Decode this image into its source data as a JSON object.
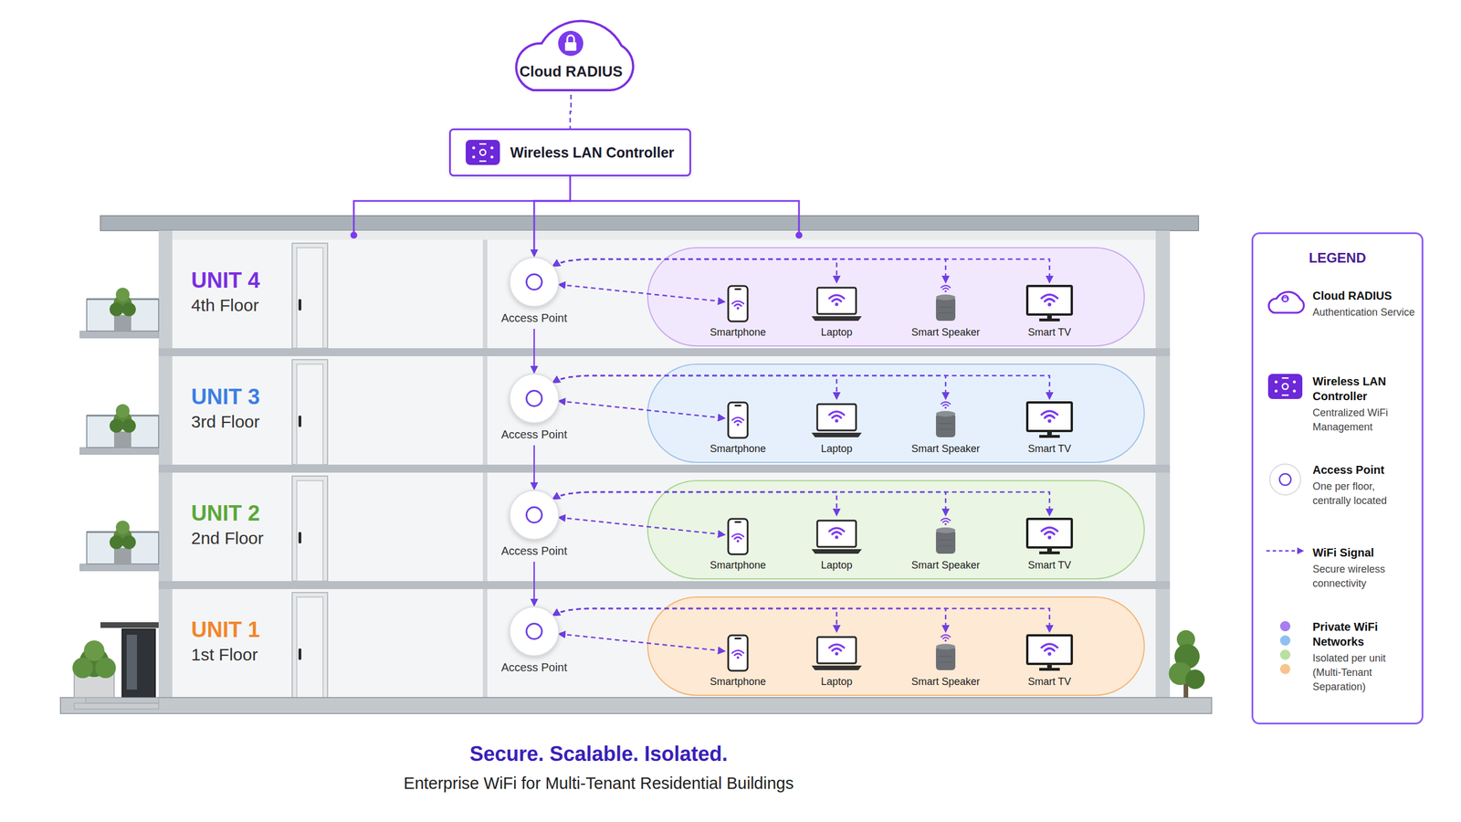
{
  "diagram": {
    "title": "Secure. Scalable. Isolated.",
    "caption": "Enterprise WiFi for Multi-Tenant Residential Buildings",
    "nodes": [
      {
        "text": [
          "Cloud RADIUS"
        ]
      },
      {
        "text": [
          "Wireless LAN Controller"
        ]
      },
      {
        "text": [
          "UNIT 4",
          "4th Floor"
        ]
      },
      {
        "text": [
          "Access Point"
        ],
        "in": 2
      },
      {
        "text": [
          "Smartphone"
        ],
        "in": 2
      },
      {
        "text": [
          "Laptop"
        ],
        "in": 2
      },
      {
        "text": [
          "Smart Speaker"
        ],
        "in": 2
      },
      {
        "text": [
          "Smart TV"
        ],
        "in": 2
      },
      {
        "text": [
          "UNIT 3",
          "3rd Floor"
        ]
      },
      {
        "text": [
          "Access Point"
        ],
        "in": 8
      },
      {
        "text": [
          "Smartphone"
        ],
        "in": 8
      },
      {
        "text": [
          "Laptop"
        ],
        "in": 8
      },
      {
        "text": [
          "Smart Speaker"
        ],
        "in": 8
      },
      {
        "text": [
          "Smart TV"
        ],
        "in": 8
      },
      {
        "text": [
          "UNIT 2",
          "2nd Floor"
        ]
      },
      {
        "text": [
          "Access Point"
        ],
        "in": 14
      },
      {
        "text": [
          "Smartphone"
        ],
        "in": 14
      },
      {
        "text": [
          "Laptop"
        ],
        "in": 14
      },
      {
        "text": [
          "Smart Speaker"
        ],
        "in": 14
      },
      {
        "text": [
          "Smart TV"
        ],
        "in": 14
      },
      {
        "text": [
          "UNIT 1",
          "1st Floor"
        ]
      },
      {
        "text": [
          "Access Point"
        ],
        "in": 20
      },
      {
        "text": [
          "Smartphone"
        ],
        "in": 20
      },
      {
        "text": [
          "Laptop"
        ],
        "in": 20
      },
      {
        "text": [
          "Smart Speaker"
        ],
        "in": 20
      },
      {
        "text": [
          "Smart TV"
        ],
        "in": 20
      }
    ],
    "edges": [
      {
        "from": 0,
        "to": 1,
        "arrow": "none"
      },
      {
        "from": 1,
        "to": 3,
        "arrow": "to"
      },
      {
        "from": 3,
        "to": 9,
        "arrow": "to"
      },
      {
        "from": 9,
        "to": 15,
        "arrow": "to"
      },
      {
        "from": 15,
        "to": 21,
        "arrow": "to"
      },
      {
        "from": 3,
        "to": 4,
        "arrow": "both"
      },
      {
        "from": 3,
        "to": 5,
        "arrow": "both"
      },
      {
        "from": 3,
        "to": 6,
        "arrow": "both"
      },
      {
        "from": 3,
        "to": 7,
        "arrow": "both"
      },
      {
        "from": 9,
        "to": 10,
        "arrow": "both"
      },
      {
        "from": 9,
        "to": 11,
        "arrow": "both"
      },
      {
        "from": 9,
        "to": 12,
        "arrow": "both"
      },
      {
        "from": 9,
        "to": 13,
        "arrow": "both"
      },
      {
        "from": 15,
        "to": 16,
        "arrow": "both"
      },
      {
        "from": 15,
        "to": 17,
        "arrow": "both"
      },
      {
        "from": 15,
        "to": 18,
        "arrow": "both"
      },
      {
        "from": 15,
        "to": 19,
        "arrow": "both"
      },
      {
        "from": 21,
        "to": 22,
        "arrow": "both"
      },
      {
        "from": 21,
        "to": 23,
        "arrow": "both"
      },
      {
        "from": 21,
        "to": 24,
        "arrow": "both"
      },
      {
        "from": 21,
        "to": 25,
        "arrow": "both"
      }
    ],
    "labels": [
      "LEGEND",
      "Authentication Service",
      "Centralized WiFi Management",
      "One per floor, centrally located",
      "Secure wireless connectivity",
      "Isolated per unit (Multi-Tenant Separation)"
    ],
    "legend": [
      {
        "text": "Cloud RADIUS"
      },
      {
        "text": "Wireless LAN Controller"
      },
      {
        "text": "Access Point"
      },
      {
        "text": "WiFi Signal"
      },
      {
        "text": "Private WiFi Networks"
      }
    ]
  }
}
